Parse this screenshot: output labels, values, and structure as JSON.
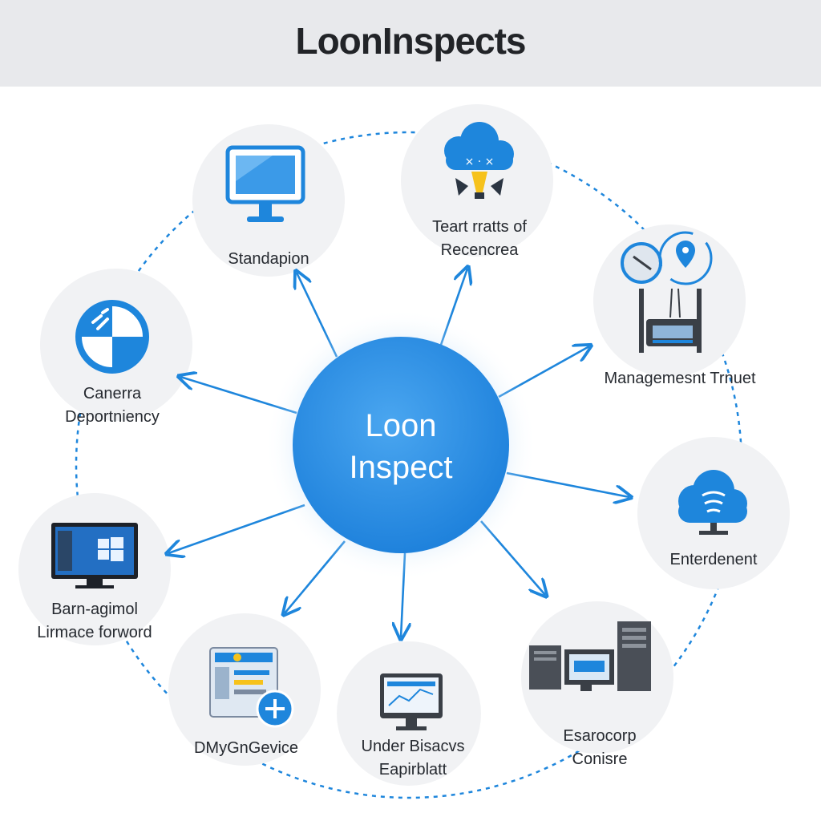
{
  "header": {
    "title": "LoonInspects"
  },
  "hub": {
    "line1": "Loon",
    "line2": "Inspect"
  },
  "nodes": [
    {
      "id": "standapion",
      "icon": "monitor-icon",
      "line1": "Standapion",
      "line2": ""
    },
    {
      "id": "teart",
      "icon": "cloud-idea-icon",
      "line1": "Teart rratts of",
      "line2": "Recencrea"
    },
    {
      "id": "management",
      "icon": "network-router-icon",
      "line1": "Managemesnt Trnuet",
      "line2": ""
    },
    {
      "id": "enterdenent",
      "icon": "cloud-icon",
      "line1": "Enterdenent",
      "line2": ""
    },
    {
      "id": "esarocorp",
      "icon": "server-workstation-icon",
      "line1": "Esarocorp",
      "line2": "Conisre"
    },
    {
      "id": "under",
      "icon": "desktop-dashboard-icon",
      "line1": "Under Bisacvs",
      "line2": "Eapirblatt"
    },
    {
      "id": "dmygn",
      "icon": "add-document-icon",
      "line1": "DMyGnGevice",
      "line2": ""
    },
    {
      "id": "barn",
      "icon": "windows-monitor-icon",
      "line1": "Barn-agimol",
      "line2": "Lirmace forword"
    },
    {
      "id": "canerra",
      "icon": "pie-chart-icon",
      "line1": "Canerra",
      "line2": "Deportniency"
    }
  ],
  "colors": {
    "accent": "#1e86dc",
    "hub": "#2b8fe6",
    "node_bg": "#f1f2f4",
    "header_bg": "#e8e9ec",
    "text": "#262a30"
  }
}
